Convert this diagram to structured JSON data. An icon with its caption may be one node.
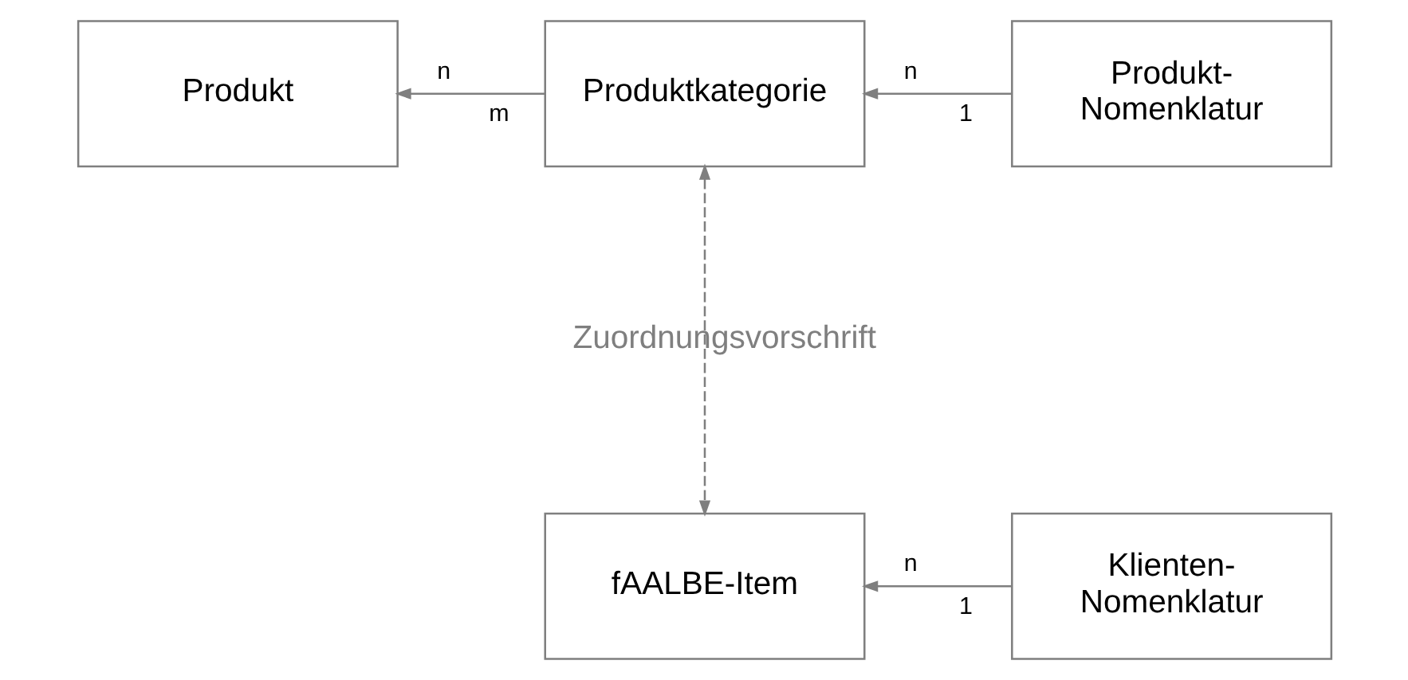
{
  "diagram": {
    "nodes": [
      {
        "text": [
          "Produkt"
        ]
      },
      {
        "text": [
          "Produktkategorie"
        ]
      },
      {
        "text": [
          "Produkt- Nomenklatur"
        ]
      },
      {
        "text": [
          "fAALBE-Item"
        ]
      },
      {
        "text": [
          "Klienten- Nomenklatur"
        ]
      }
    ],
    "edges": [
      {
        "from": 1,
        "to": 0,
        "arrow": "to"
      },
      {
        "from": 2,
        "to": 1,
        "arrow": "to"
      },
      {
        "from": 1,
        "to": 3,
        "arrow": "both",
        "label": "Zuordnungsvorschrift",
        "style": "dashed"
      },
      {
        "from": 4,
        "to": 3,
        "arrow": "to"
      }
    ],
    "labels": [
      "n",
      "m",
      "n",
      "1",
      "n",
      "1"
    ]
  }
}
